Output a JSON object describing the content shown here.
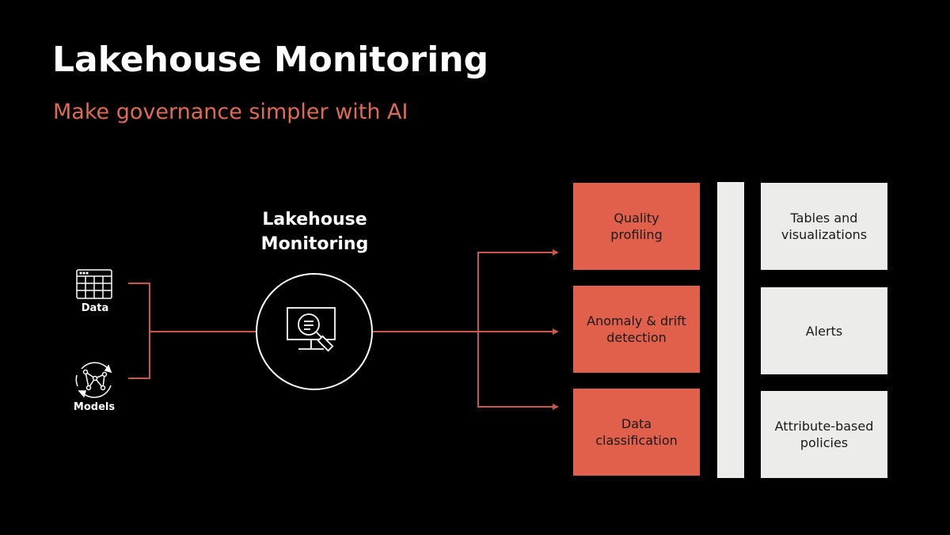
{
  "slide": {
    "title": "Lakehouse Monitoring",
    "subtitle": "Make governance simpler with AI"
  },
  "inputs": {
    "data_label": "Data",
    "models_label": "Models"
  },
  "center": {
    "title": "Lakehouse Monitoring",
    "icon": "monitor-magnifier-icon"
  },
  "capabilities": [
    {
      "label": "Quality profiling"
    },
    {
      "label": "Anomaly & drift detection"
    },
    {
      "label": "Data classification"
    }
  ],
  "outputs": [
    {
      "label": "Tables and visualizations"
    },
    {
      "label": "Alerts"
    },
    {
      "label": "Attribute-based policies"
    }
  ],
  "colors": {
    "background": "#000000",
    "accent": "#e0604b",
    "subtitle": "#e06a56",
    "light_box": "#ececea",
    "connector": "#c9584a"
  }
}
